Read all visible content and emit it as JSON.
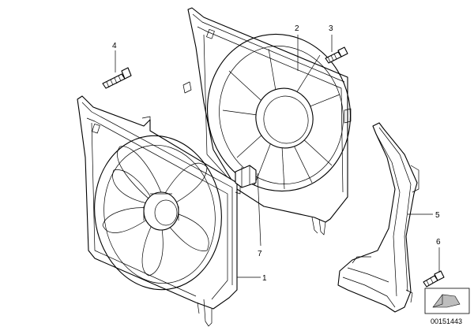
{
  "callouts": {
    "c1": "1",
    "c2": "2",
    "c3": "3",
    "c4": "4",
    "c5": "5",
    "c6": "6",
    "c7": "7"
  },
  "part_number": "00151443"
}
